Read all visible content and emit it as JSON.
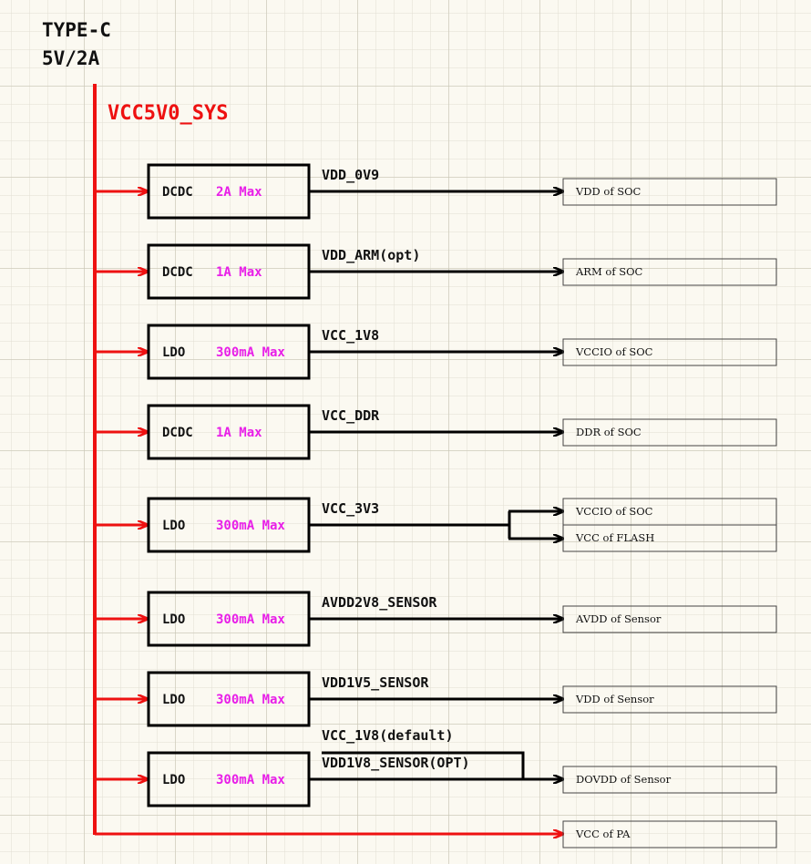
{
  "header": {
    "line1": "TYPE-C",
    "line2": "5V/2A"
  },
  "rail": {
    "name": "VCC5V0_SYS"
  },
  "colors": {
    "rail": "#ee1111",
    "max": "#e81ee8",
    "wire": "#000000"
  },
  "regulators": [
    {
      "type": "DCDC",
      "max": "2A Max",
      "net": "VDD_0V9",
      "loads": [
        "VDD of SOC"
      ]
    },
    {
      "type": "DCDC",
      "max": "1A Max",
      "net": "VDD_ARM(opt)",
      "loads": [
        "ARM of SOC"
      ]
    },
    {
      "type": "LDO",
      "max": "300mA Max",
      "net": "VCC_1V8",
      "loads": [
        "VCCIO of SOC"
      ]
    },
    {
      "type": "DCDC",
      "max": "1A Max",
      "net": "VCC_DDR",
      "loads": [
        "DDR of SOC"
      ]
    },
    {
      "type": "LDO",
      "max": "300mA Max",
      "net": "VCC_3V3",
      "loads": [
        "VCCIO of SOC",
        "VCC of FLASH"
      ]
    },
    {
      "type": "LDO",
      "max": "300mA Max",
      "net": "AVDD2V8_SENSOR",
      "loads": [
        "AVDD of Sensor"
      ]
    },
    {
      "type": "LDO",
      "max": "300mA Max",
      "net": "VDD1V5_SENSOR",
      "loads": [
        "VDD of Sensor"
      ]
    },
    {
      "type": "LDO",
      "max": "300mA Max",
      "net": "VDD1V8_SENSOR(OPT)",
      "loads": [
        "DOVDD of Sensor"
      ],
      "alt_net": "VCC_1V8(default)"
    }
  ],
  "direct_load": "VCC of PA"
}
